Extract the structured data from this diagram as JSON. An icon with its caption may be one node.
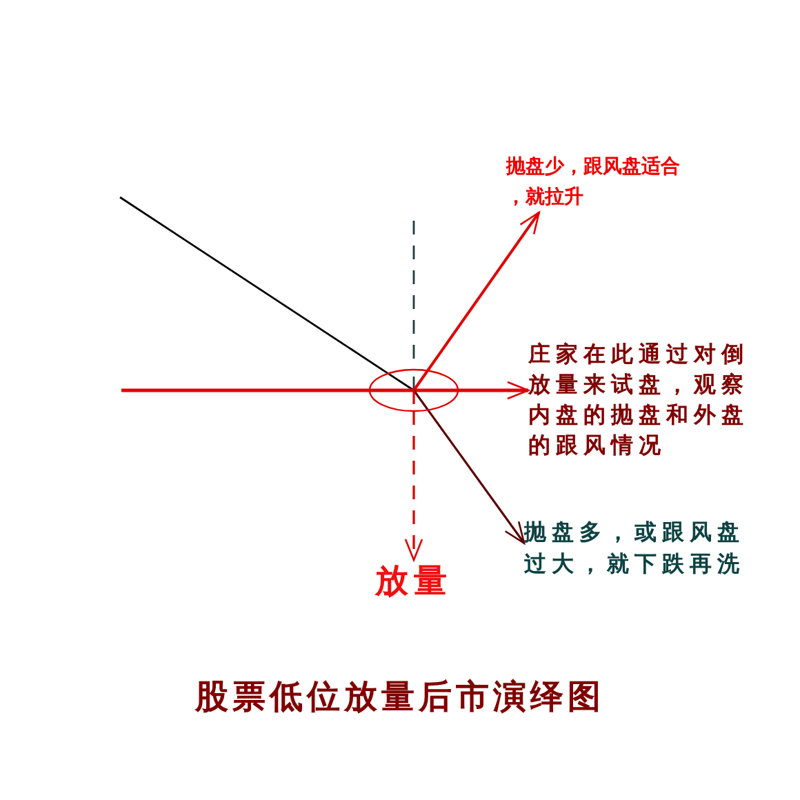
{
  "diagram": {
    "title": "股票低位放量后市演绎图",
    "nodes": [
      {
        "text": [
          "抛盘少，跟风盘适合，就拉升"
        ]
      },
      {
        "text": [],
        "shape": "ellipse"
      },
      {
        "text": [
          "庄家在此通过对倒放量来试盘，观察内盘的抛盘和外盘的跟风情况"
        ]
      },
      {
        "text": [
          "抛盘多，或跟风盘过大，就下跌再洗"
        ]
      },
      {
        "text": [
          "放量"
        ]
      }
    ],
    "edges": [
      {
        "from": null,
        "to": 1,
        "arrow": "none",
        "color": "#000000"
      },
      {
        "from": null,
        "to": 1,
        "arrow": "none"
      },
      {
        "from": null,
        "to": 1,
        "arrow": "none",
        "style": "dashed",
        "color": "#1e3c3c"
      },
      {
        "from": 1,
        "to": 0,
        "arrow": "to"
      },
      {
        "from": 1,
        "to": 2,
        "arrow": "to"
      },
      {
        "from": 1,
        "to": 3,
        "arrow": "to",
        "color": "#5a0000"
      },
      {
        "from": 1,
        "to": 4,
        "arrow": "to",
        "style": "dashed"
      }
    ]
  }
}
